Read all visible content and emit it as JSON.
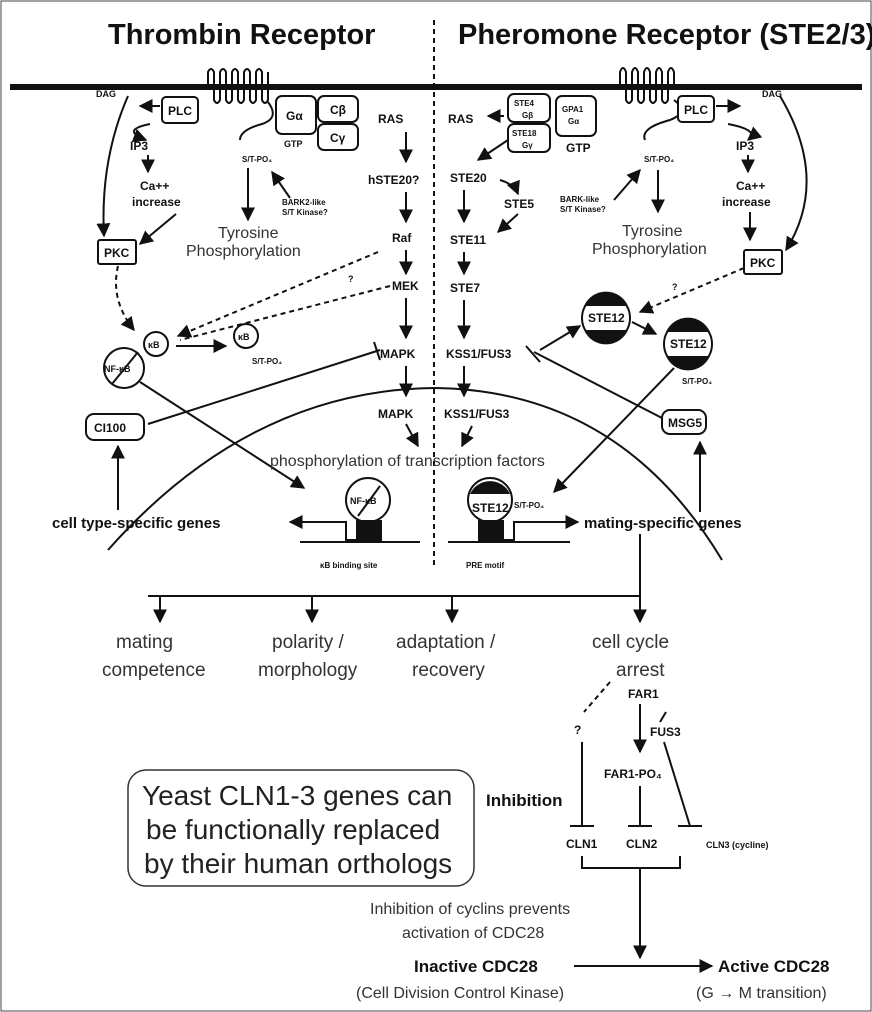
{
  "headers": {
    "left": "Thrombin Receptor",
    "right": "Pheromone Receptor (STE2/3)"
  },
  "thrombin": {
    "dag": "DAG",
    "plc": "PLC",
    "g_alpha": "Gα",
    "g_beta": "Cβ",
    "g_gamma": "Cγ",
    "gtp": "GTP",
    "ras": "RAS",
    "st_po4": "S/T-PO₄",
    "ip3": "IP3",
    "ca_line1": "Ca++",
    "ca_line2": "increase",
    "bark2_line1": "BARK2-like",
    "bark2_line2": "S/T Kinase?",
    "hste20": "hSTE20?",
    "tyr_line1": "Tyrosine",
    "tyr_line2": "Phosphorylation",
    "pkc": "PKC",
    "raf": "Raf",
    "mek": "MEK",
    "question": "?",
    "kb": "κB",
    "kb2": "κB",
    "nfkb": "NF-κB",
    "st_po4_kb": "S/T-PO₄",
    "mapk": "MAPK",
    "mapk_nuc": "MAPK",
    "ci100": "CI100",
    "genes": "cell type-specific genes",
    "nfkb_nuc": "NF-κB",
    "site": "κB binding site"
  },
  "pheromone": {
    "ras": "RAS",
    "question": "?",
    "ste4_line1": "STE4",
    "ste4_line2": "Gβ",
    "ste18_line1": "STE18",
    "ste18_line2": "Gγ",
    "gpa1_line1": "GPA1",
    "gpa1_line2": "Gα",
    "gtp": "GTP",
    "plc": "PLC",
    "dag": "DAG",
    "ip3": "IP3",
    "ca_line1": "Ca++",
    "ca_line2": "increase",
    "st_po4": "S/T-PO₄",
    "bark_line1": "BARK-like",
    "bark_line2": "S/T Kinase?",
    "ste20": "STE20",
    "ste5": "STE5",
    "ste11": "STE11",
    "ste7": "STE7",
    "tyr_line1": "Tyrosine",
    "tyr_line2": "Phosphorylation",
    "pkc": "PKC",
    "pkc_question": "?",
    "ste12_a": "STE12",
    "ste12_b": "STE12",
    "st_po4_ste12": "S/T-PO₄",
    "kss1": "KSS1/FUS3",
    "kss1_nuc": "KSS1/FUS3",
    "msg5": "MSG5",
    "ste12_nuc": "STE12",
    "st_po4_nuc": "S/T-PO₄",
    "genes": "mating-specific genes",
    "pre": "PRE motif"
  },
  "center_label": "phosphorylation of transcription factors",
  "outcomes": {
    "mating_line1": "mating",
    "mating_line2": "competence",
    "polarity_line1": "polarity /",
    "polarity_line2": "morphology",
    "adaptation_line1": "adaptation /",
    "adaptation_line2": "recovery",
    "arrest_line1": "cell cycle",
    "arrest_line2": "arrest"
  },
  "cycle": {
    "question": "?",
    "far1": "FAR1",
    "fus3": "FUS3",
    "far1_po4": "FAR1-PO₄",
    "inhibition": "Inhibition",
    "cln1": "CLN1",
    "cln2": "CLN2",
    "cln3": "CLN3 (cycline)",
    "inhib_text_line1": "Inhibition of cyclins prevents",
    "inhib_text_line2": "activation of CDC28",
    "inactive": "Inactive CDC28",
    "inactive_sub": "(Cell Division Control Kinase)",
    "active": "Active CDC28",
    "active_sub": "(G → M transition)"
  },
  "note": {
    "line1": "Yeast CLN1-3 genes can",
    "line2": "be functionally replaced",
    "line3": "by their human orthologs"
  }
}
